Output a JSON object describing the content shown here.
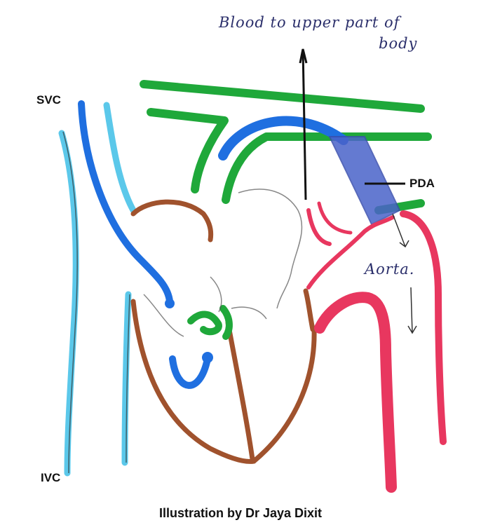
{
  "labels": {
    "svc": "SVC",
    "ivc": "IVC",
    "pda": "PDA"
  },
  "annotations": {
    "upper_line1": "Blood to upper part of",
    "upper_line2": "body",
    "aorta": "Aorta."
  },
  "credit": "Illustration by Dr Jaya Dixit",
  "colors": {
    "vena_cava": "#5bc8ea",
    "deoxygenated_flow": "#1f6fe0",
    "pulmonary_vessels": "#1fa83a",
    "heart_wall": "#a0522d",
    "aorta": "#e8375f",
    "pda": "#4a63c9",
    "ink": "#111111"
  }
}
